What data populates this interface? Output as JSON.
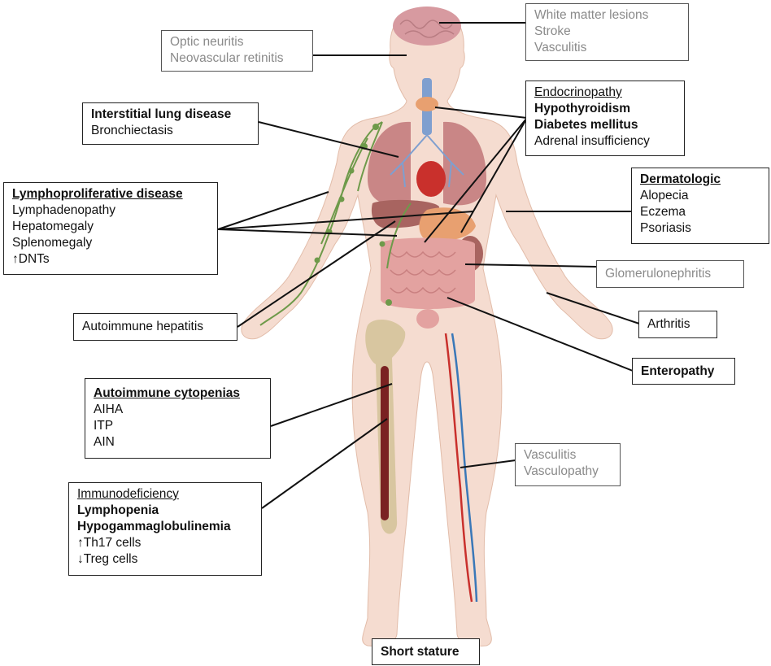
{
  "boxes": {
    "brain": [
      "White matter lesions",
      "Stroke",
      "Vasculitis"
    ],
    "eye": [
      "Optic neuritis",
      "Neovascular retinitis"
    ],
    "lung": [
      "Interstitial lung disease",
      "Bronchiectasis"
    ],
    "endocrine": [
      "Endocrinopathy",
      "Hypothyroidism",
      "Diabetes mellitus",
      "Adrenal insufficiency"
    ],
    "lympho": [
      "Lymphoproliferative disease",
      "Lymphadenopathy",
      "Hepatomegaly",
      "Splenomegaly",
      "↑DNTs"
    ],
    "derm": [
      "Dermatologic",
      "Alopecia",
      "Eczema",
      "Psoriasis"
    ],
    "glomerulo": [
      "Glomerulonephritis"
    ],
    "hepatitis": [
      "Autoimmune hepatitis"
    ],
    "arthritis": [
      "Arthritis"
    ],
    "enteropathy": [
      "Enteropathy"
    ],
    "cytopenia": [
      "Autoimmune cytopenias",
      "AIHA",
      "ITP",
      "AIN"
    ],
    "vasculitis": [
      "Vasculitis",
      "Vasculopathy"
    ],
    "immuno": [
      "Immunodeficiency",
      "Lymphopenia",
      "Hypogammaglobulinemia",
      "↑Th17 cells",
      "↓Treg cells"
    ],
    "stature": [
      "Short stature"
    ]
  },
  "colors": {
    "skin": "#f5dcd0",
    "skin_outline": "#e2bca9",
    "brain": "#d79aa0",
    "lung": "#c98686",
    "liver": "#a86460",
    "intestine": "#e3a2a0",
    "lymph": "#6e9a4a",
    "artery": "#c9302c",
    "vein": "#3a78b8",
    "bone": "#d8c6a0",
    "marrow": "#7a2222",
    "thyroid": "#e8a070",
    "trachea": "#7f9fcf",
    "grey_text": "#8a8a8a"
  }
}
